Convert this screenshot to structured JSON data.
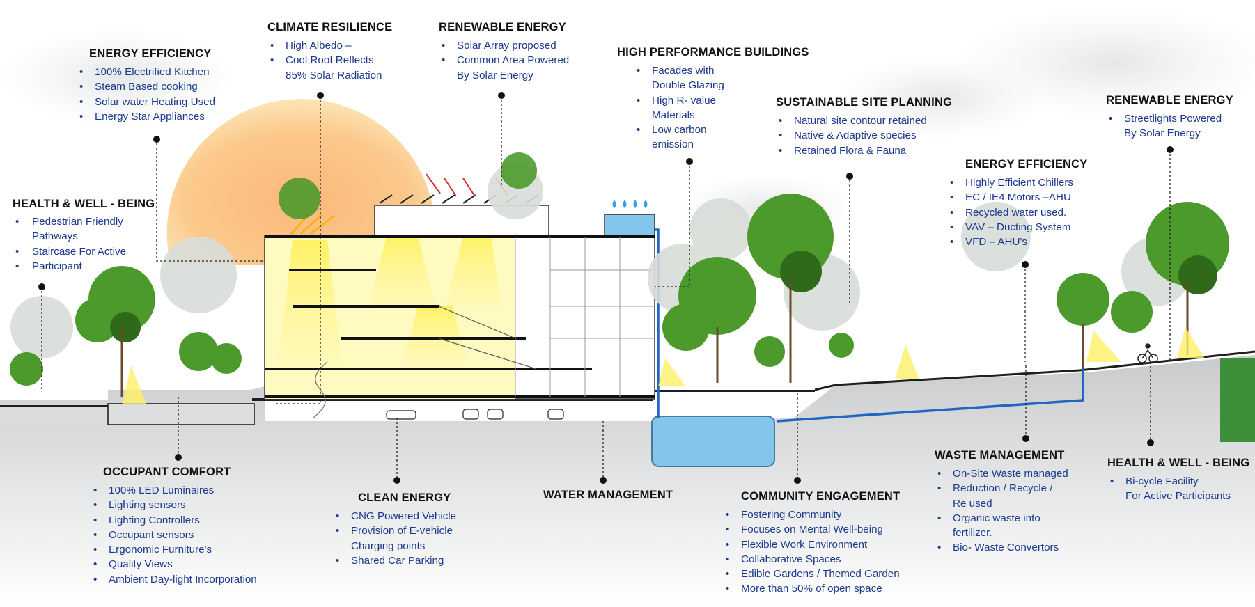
{
  "annotations": [
    {
      "id": "climate-resilience",
      "title": "CLIMATE RESILIENCE",
      "items": [
        "High Albedo –",
        "Cool Roof Reflects\n85% Solar Radiation"
      ]
    },
    {
      "id": "renewable-energy-solar",
      "title": "RENEWABLE ENERGY",
      "items": [
        "Solar Array proposed",
        "Common Area Powered\nBy Solar Energy"
      ]
    },
    {
      "id": "energy-efficiency-kitchen",
      "title": "ENERGY EFFICIENCY",
      "items": [
        "100% Electrified Kitchen",
        "Steam Based cooking",
        "Solar water Heating Used",
        "Energy Star Appliances"
      ]
    },
    {
      "id": "high-performance-buildings",
      "title": "HIGH PERFORMANCE  BUILDINGS",
      "items": [
        "Facades with\nDouble Glazing",
        "High R- value\nMaterials",
        "Low carbon\nemission"
      ]
    },
    {
      "id": "sustainable-site-planning",
      "title": "SUSTAINABLE  SITE PLANNING",
      "items": [
        "Natural site contour retained",
        "Native & Adaptive species",
        "Retained Flora & Fauna"
      ]
    },
    {
      "id": "renewable-energy-streetlights",
      "title": "RENEWABLE ENERGY",
      "items": [
        "Streetlights  Powered\nBy Solar Energy"
      ]
    },
    {
      "id": "energy-efficiency-hvac",
      "title": "ENERGY EFFICIENCY",
      "items": [
        "Highly Efficient Chillers",
        "EC / IE4 Motors –AHU",
        "Recycled water used.",
        "VAV – Ducting System",
        "VFD – AHU's"
      ]
    },
    {
      "id": "health-wellbeing-pathways",
      "title": "HEALTH & WELL - BEING",
      "items": [
        "Pedestrian Friendly\nPathways",
        "Staircase  For Active",
        "Participant"
      ]
    },
    {
      "id": "occupant-comfort",
      "title": "OCCUPANT COMFORT",
      "items": [
        "100% LED Luminaires",
        "Lighting sensors",
        "Lighting Controllers",
        "Occupant sensors",
        "Ergonomic Furniture's",
        "Quality Views",
        "Ambient Day-light Incorporation"
      ]
    },
    {
      "id": "clean-energy",
      "title": "CLEAN ENERGY",
      "items": [
        "CNG Powered  Vehicle",
        "Provision of E-vehicle\nCharging points",
        "Shared Car Parking"
      ]
    },
    {
      "id": "water-management",
      "title": "WATER MANAGEMENT",
      "items": []
    },
    {
      "id": "community-engagement",
      "title": "COMMUNITY  ENGAGEMENT",
      "items": [
        "Fostering Community",
        "Focuses on Mental Well-being",
        "Flexible Work Environment",
        "Collaborative  Spaces",
        "Edible Gardens / Themed Garden",
        "More than 50% of open space"
      ]
    },
    {
      "id": "waste-management",
      "title": "WASTE MANAGEMENT",
      "items": [
        "On-Site Waste  managed",
        "Reduction  / Recycle /\nRe used",
        "Organic waste into\nfertilizer.",
        "Bio- Waste Convertors"
      ]
    },
    {
      "id": "health-wellbeing-bicycle",
      "title": "HEALTH & WELL - BEING",
      "items": [
        "Bi-cycle Facility\nFor Active Participants"
      ]
    }
  ],
  "colors": {
    "title": "#111111",
    "item": "#1b3a8c",
    "sun": "#f9a55a",
    "water": "#84c5ec",
    "pipe": "#2266c4",
    "light_cone": "#fff37a",
    "tree": "#3f8e2a"
  },
  "icons": [
    "sun-illustration",
    "solar-panel-icon",
    "water-drop-icon",
    "tree-icon",
    "car-icon",
    "person-icon",
    "bicycle-icon",
    "streetlight-icon"
  ]
}
